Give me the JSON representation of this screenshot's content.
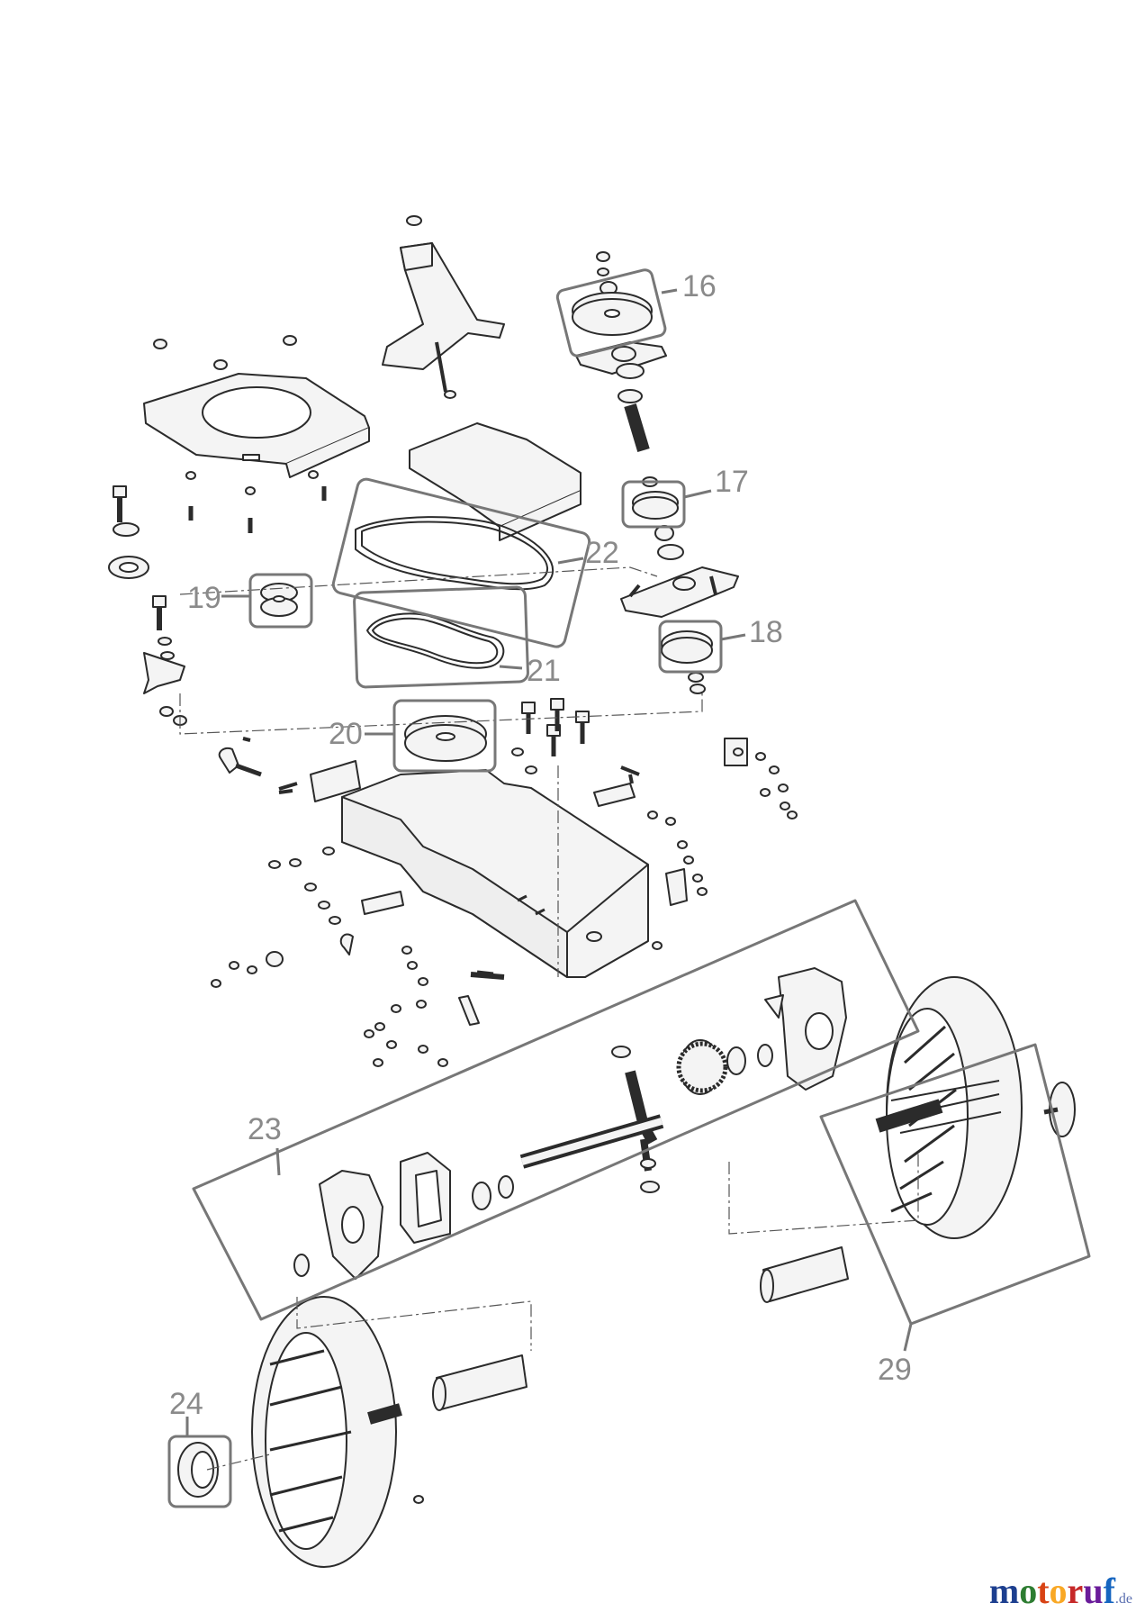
{
  "callouts": {
    "c16": "16",
    "c17": "17",
    "c18": "18",
    "c19": "19",
    "c20": "20",
    "c21": "21",
    "c22": "22",
    "c23": "23",
    "c24": "24",
    "c29": "29"
  },
  "watermark": {
    "text": "motoruf",
    "suffix": ".de",
    "letter_colors": [
      "#1d3f8f",
      "#2e7d32",
      "#d84315",
      "#f9a825",
      "#c62828",
      "#6a1b9a",
      "#1565c0"
    ]
  },
  "colors": {
    "line": "#2b2b2b",
    "box": "#777777",
    "label": "#8a8a8a",
    "fill": "#f4f4f4"
  }
}
